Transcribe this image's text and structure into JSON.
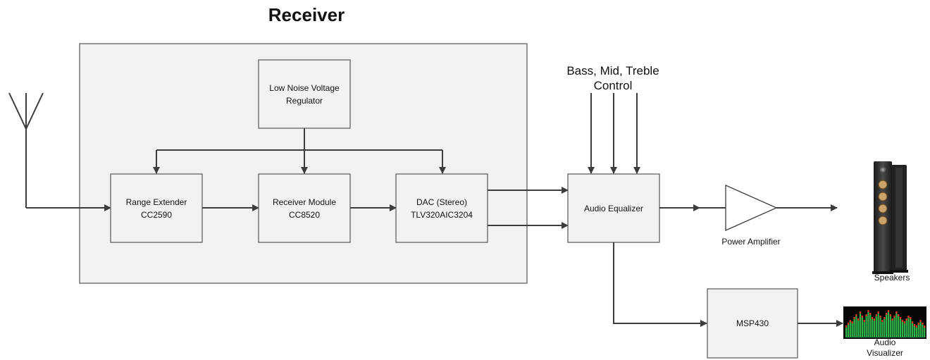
{
  "title": "Receiver",
  "blocks": {
    "ldo": [
      "Low Noise Voltage",
      "Regulator"
    ],
    "range_extender": [
      "Range Extender",
      "CC2590"
    ],
    "receiver_module": [
      "Receiver Module",
      "CC8520"
    ],
    "dac": [
      "DAC (Stereo)",
      "TLV320AIC3204"
    ],
    "equalizer": [
      "Audio Equalizer"
    ],
    "msp430": [
      "MSP430"
    ]
  },
  "control_label": [
    "Bass, Mid, Treble",
    "Control"
  ],
  "power_amplifier_label": "Power Amplifier",
  "speakers_label": "Speakers",
  "visualizer_label": [
    "Audio",
    "Visualizer"
  ],
  "colors": {
    "block_fill": "#f2f2f2",
    "line": "#3c3c3c"
  }
}
